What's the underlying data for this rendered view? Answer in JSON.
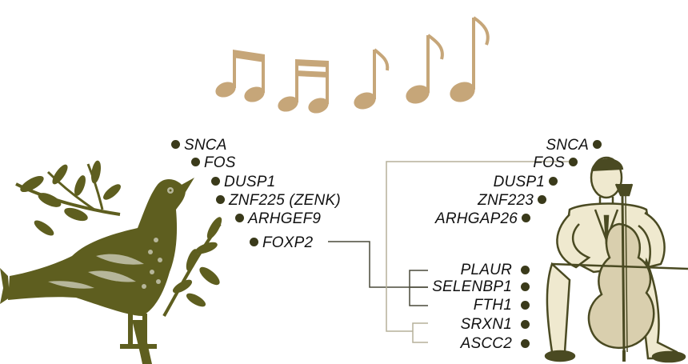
{
  "colors": {
    "bird": "#5e5e1f",
    "notes": "#c6a679",
    "dot": "#3a3a1a",
    "line_dark": "#4a4a3a",
    "line_light": "#b5b09a",
    "cellist_fill": "#efe9cf",
    "cellist_line": "#4a4a22"
  },
  "icons": [
    "bird-illustration",
    "musical-notes",
    "cellist-illustration"
  ],
  "bird_genes": [
    "SNCA",
    "FOS",
    "DUSP1",
    "ZNF225 (ZENK)",
    "ARHGEF9",
    "FOXP2"
  ],
  "human_genes": [
    "SNCA",
    "FOS",
    "DUSP1",
    "ZNF223",
    "ARHGAP26"
  ],
  "foxp2_targets": [
    "PLAUR",
    "SELENBP1",
    "FTH1",
    "SRXN1",
    "ASCC2"
  ]
}
